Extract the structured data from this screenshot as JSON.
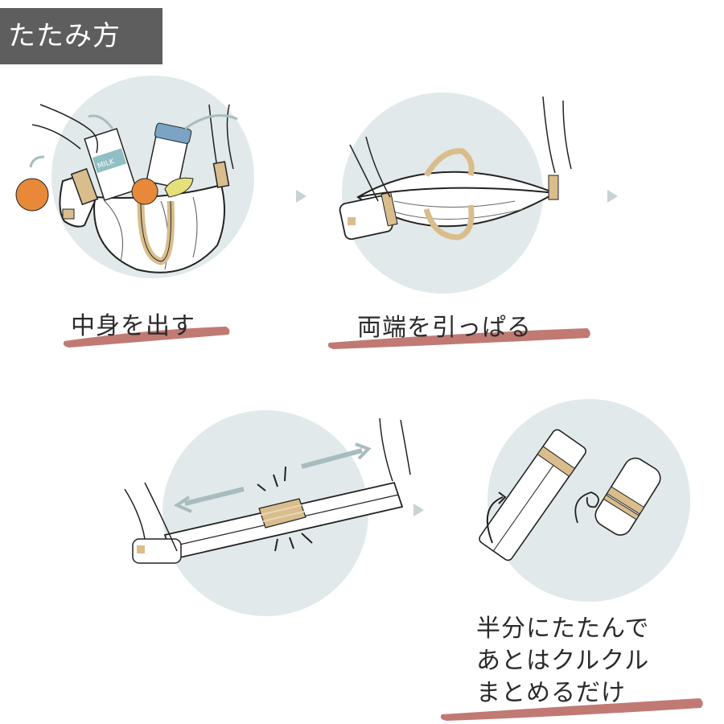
{
  "header": {
    "title": "たたみ方"
  },
  "colors": {
    "banner_bg": "#5e5e5e",
    "circle_bg": "#e2e9ea",
    "brush_underline": "#c07a73",
    "strap_tan": "#d9bd8c",
    "arrow_gray": "#c9d2d4",
    "orange": "#e8893a",
    "bottle_blue": "#7aa3c4",
    "milk_teal": "#8fbfc4",
    "lemon": "#e6e07a"
  },
  "steps": [
    {
      "id": 1,
      "caption": "中身を出す",
      "illustration": "bag-emptying-illustration",
      "items": [
        "milk-carton",
        "bottle",
        "orange",
        "lemon"
      ],
      "carton_label": "MILK"
    },
    {
      "id": 2,
      "caption": "両端を引っぱる",
      "illustration": "bag-pulled-ends-illustration"
    },
    {
      "id": 3,
      "caption": "",
      "illustration": "bag-stretched-flat-illustration"
    },
    {
      "id": 4,
      "caption_lines": [
        "半分にたたんで",
        "あとはクルクル",
        "まとめるだけ"
      ],
      "illustration": "bag-fold-roll-illustration"
    }
  ],
  "step_arrows": [
    "next-arrow",
    "next-arrow",
    "next-arrow"
  ]
}
